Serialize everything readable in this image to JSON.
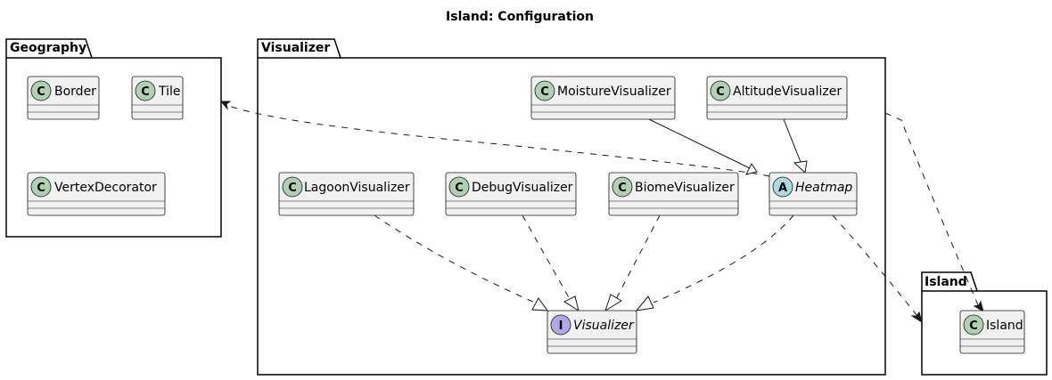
{
  "diagram": {
    "title": "Island: Configuration",
    "packages": {
      "geography": "Geography",
      "visualizer": "Visualizer",
      "island": "Island"
    },
    "classes": {
      "border": {
        "name": "Border",
        "stereotype": "C"
      },
      "tile": {
        "name": "Tile",
        "stereotype": "C"
      },
      "vertex_decorator": {
        "name": "VertexDecorator",
        "stereotype": "C"
      },
      "moisture_visualizer": {
        "name": "MoistureVisualizer",
        "stereotype": "C"
      },
      "altitude_visualizer": {
        "name": "AltitudeVisualizer",
        "stereotype": "C"
      },
      "lagoon_visualizer": {
        "name": "LagoonVisualizer",
        "stereotype": "C"
      },
      "debug_visualizer": {
        "name": "DebugVisualizer",
        "stereotype": "C"
      },
      "biome_visualizer": {
        "name": "BiomeVisualizer",
        "stereotype": "C"
      },
      "heatmap": {
        "name": "Heatmap",
        "stereotype": "A"
      },
      "visualizer_iface": {
        "name": "Visualizer",
        "stereotype": "I"
      },
      "island": {
        "name": "Island",
        "stereotype": "C"
      }
    },
    "colors": {
      "class_fill": "#f1f1f1",
      "class_stereotype": "#add1b2",
      "abstract_stereotype": "#a9dcdf",
      "interface_stereotype": "#b4a7e5",
      "line": "#181818"
    },
    "relations": [
      {
        "from": "MoistureVisualizer",
        "to": "Heatmap",
        "kind": "extends"
      },
      {
        "from": "AltitudeVisualizer",
        "to": "Heatmap",
        "kind": "extends"
      },
      {
        "from": "LagoonVisualizer",
        "to": "Visualizer",
        "kind": "implements"
      },
      {
        "from": "DebugVisualizer",
        "to": "Visualizer",
        "kind": "implements"
      },
      {
        "from": "BiomeVisualizer",
        "to": "Visualizer",
        "kind": "implements"
      },
      {
        "from": "Heatmap",
        "to": "Visualizer",
        "kind": "implements"
      },
      {
        "from": "Heatmap",
        "to": "Geography",
        "kind": "depends"
      },
      {
        "from": "Heatmap",
        "to": "Island",
        "kind": "depends"
      },
      {
        "from": "Visualizer (package)",
        "to": "Island",
        "kind": "depends"
      }
    ]
  }
}
